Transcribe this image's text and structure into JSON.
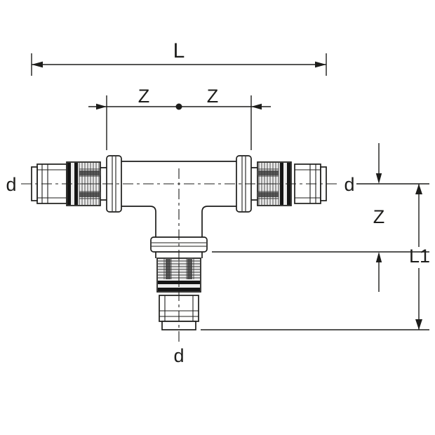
{
  "page": {
    "background": "#ffffff"
  },
  "drawing": {
    "colors": {
      "line": "#1d1d1b",
      "sleeve_fill": "#ececec",
      "band_fill": "#565656"
    },
    "dimensions": {
      "overall_length_label": "L",
      "z_left_label": "Z",
      "z_right_label": "Z",
      "z_vertical_label": "Z",
      "branch_length_label": "L1",
      "diameter_left_label": "d",
      "diameter_right_label": "d",
      "diameter_branch_label": "d"
    }
  }
}
